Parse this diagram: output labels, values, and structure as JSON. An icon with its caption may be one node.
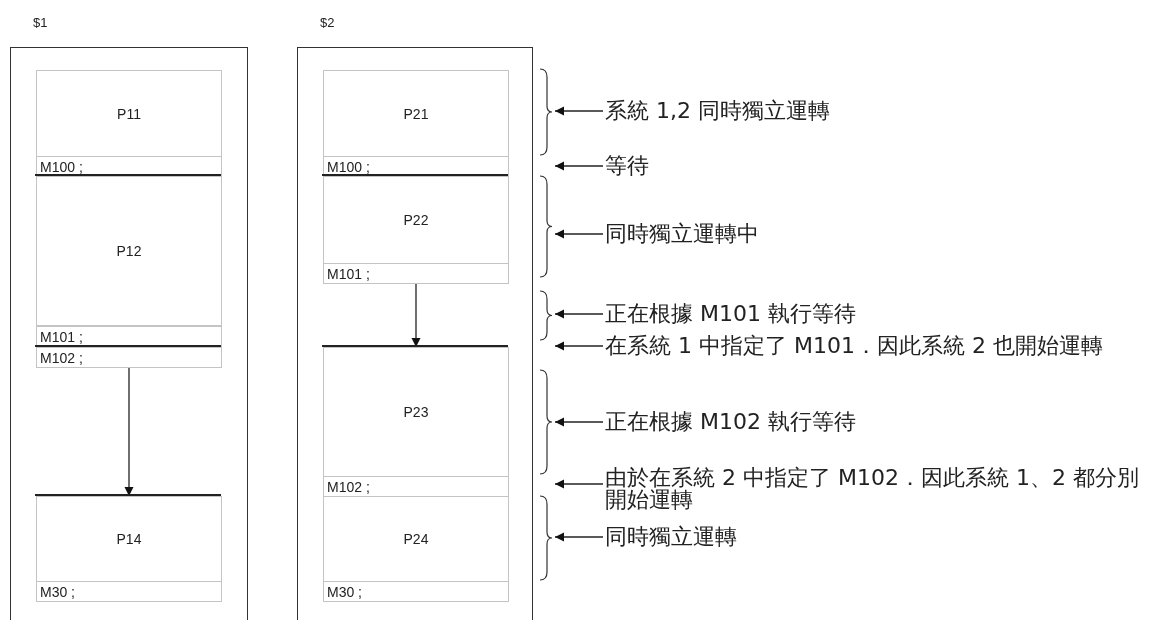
{
  "diagram": {
    "nodes": [
      {
        "text": [
          "$1"
        ]
      },
      {
        "text": [
          "P11"
        ],
        "in": 0
      },
      {
        "text": [
          "M100 ;"
        ],
        "in": 0
      },
      {
        "text": [
          "P12"
        ],
        "in": 0
      },
      {
        "text": [
          "M101 ;"
        ],
        "in": 0
      },
      {
        "text": [
          "M102 ;"
        ],
        "in": 0
      },
      {
        "text": [
          "P14"
        ],
        "in": 0
      },
      {
        "text": [
          "M30 ;"
        ],
        "in": 0
      },
      {
        "text": [
          "$2"
        ]
      },
      {
        "text": [
          "P21"
        ],
        "in": 8
      },
      {
        "text": [
          "M100 ;"
        ],
        "in": 8
      },
      {
        "text": [
          "P22"
        ],
        "in": 8
      },
      {
        "text": [
          "M101 ;"
        ],
        "in": 8
      },
      {
        "text": [
          "P23"
        ],
        "in": 8
      },
      {
        "text": [
          "M102 ;"
        ],
        "in": 8
      },
      {
        "text": [
          "P24"
        ],
        "in": 8
      },
      {
        "text": [
          "M30 ;"
        ],
        "in": 8
      },
      {
        "text": [
          "系統 1,2 同時獨立運轉"
        ]
      },
      {
        "text": [
          "等待"
        ]
      },
      {
        "text": [
          "同時獨立運轉中"
        ]
      },
      {
        "text": [
          "正在根據 M101 執行等待"
        ]
      },
      {
        "text": [
          "在系統 1 中指定了 M101．因此系統 2 也開始運轉"
        ]
      },
      {
        "text": [
          "正在根據 M102 執行等待"
        ]
      },
      {
        "text": [
          "由於在系統 2 中指定了 M102．因此系統 1、2 都分別開始運轉"
        ]
      },
      {
        "text": [
          "同時獨立運轉"
        ]
      }
    ],
    "edges": [
      {
        "from": 5,
        "to": 6,
        "arrow": "to"
      },
      {
        "from": 12,
        "to": 13,
        "arrow": "to"
      },
      {
        "from": 17,
        "to": 8,
        "arrow": "to"
      },
      {
        "from": 18,
        "to": 8,
        "arrow": "to"
      },
      {
        "from": 19,
        "to": 8,
        "arrow": "to"
      },
      {
        "from": 20,
        "to": 8,
        "arrow": "to"
      },
      {
        "from": 21,
        "to": 8,
        "arrow": "to"
      },
      {
        "from": 22,
        "to": 8,
        "arrow": "to"
      },
      {
        "from": 23,
        "to": 8,
        "arrow": "to"
      },
      {
        "from": 24,
        "to": 8,
        "arrow": "to"
      }
    ]
  }
}
